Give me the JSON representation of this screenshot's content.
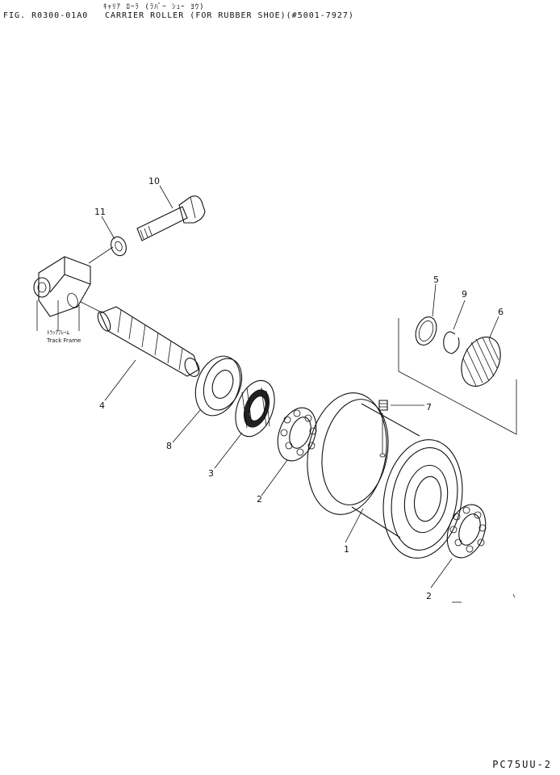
{
  "header": {
    "japanese_title": "ｷｬﾘｱ ﾛｰﾗ (ﾗﾊﾞｰ ｼｭｰ ﾖｳ)",
    "figure_number": "FIG. R0300-01A0",
    "title": "CARRIER ROLLER (FOR RUBBER SHOE)(#5001-7927)"
  },
  "callouts": [
    "1",
    "2",
    "2",
    "3",
    "4",
    "5",
    "6",
    "7",
    "8",
    "9",
    "10",
    "11"
  ],
  "note": {
    "japanese": "ﾄﾗｯｸﾌﾚｰﾑ",
    "english": "Track Frame"
  },
  "footer": {
    "code": "PC75UU-2"
  }
}
